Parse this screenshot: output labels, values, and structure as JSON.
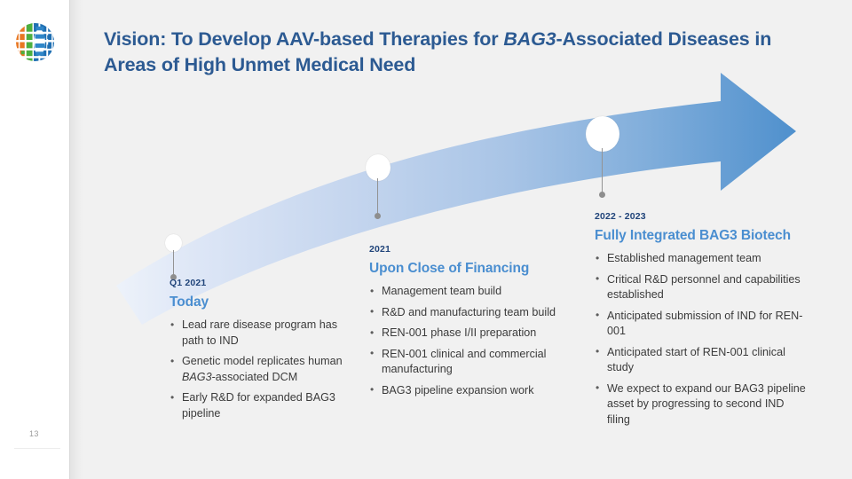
{
  "slide": {
    "number": "13",
    "background_color": "#f1f1f1",
    "accent_color": "#4a8ed0",
    "title_color": "#2c5a92",
    "body_color": "#3b3b3b"
  },
  "title": {
    "line1_before": "Vision: To Develop AAV-based Therapies for ",
    "line1_italic": "BAG3",
    "line1_after": "-Associated Diseases in",
    "line2": "Areas of High Unmet Medical Need"
  },
  "logo": {
    "name": "renovacor-globe-logo",
    "colors": [
      "#e87722",
      "#4caf3f",
      "#1f6fb2",
      "#2f86c8"
    ]
  },
  "arrow": {
    "name": "growth-arrow",
    "gradient_from": "#dde6f5",
    "gradient_to": "#4f90cd"
  },
  "milestones": [
    {
      "id": "q1-2021",
      "year": "Q1 2021",
      "heading": "Today",
      "bullets": [
        {
          "text": "Lead rare disease program has path to IND"
        },
        {
          "pre": "Genetic model replicates human ",
          "italic": "BAG3",
          "post": "-associated DCM"
        },
        {
          "text": "Early R&D for expanded BAG3 pipeline"
        }
      ]
    },
    {
      "id": "2021",
      "year": "2021",
      "heading": "Upon Close of Financing",
      "bullets": [
        {
          "text": "Management team build"
        },
        {
          "text": "R&D and manufacturing team build"
        },
        {
          "text": "REN-001 phase I/II preparation"
        },
        {
          "text": "REN-001 clinical and commercial manufacturing"
        },
        {
          "text": "BAG3 pipeline expansion work"
        }
      ]
    },
    {
      "id": "2022-2023",
      "year": "2022 - 2023",
      "heading": "Fully Integrated BAG3 Biotech",
      "bullets": [
        {
          "text": "Established management team"
        },
        {
          "text": "Critical R&D personnel and capabilities established"
        },
        {
          "text": "Anticipated submission of IND for REN-001"
        },
        {
          "text": "Anticipated start of REN-001 clinical study"
        },
        {
          "text": "We expect to expand our BAG3 pipeline asset by progressing to second IND filing"
        }
      ]
    }
  ]
}
